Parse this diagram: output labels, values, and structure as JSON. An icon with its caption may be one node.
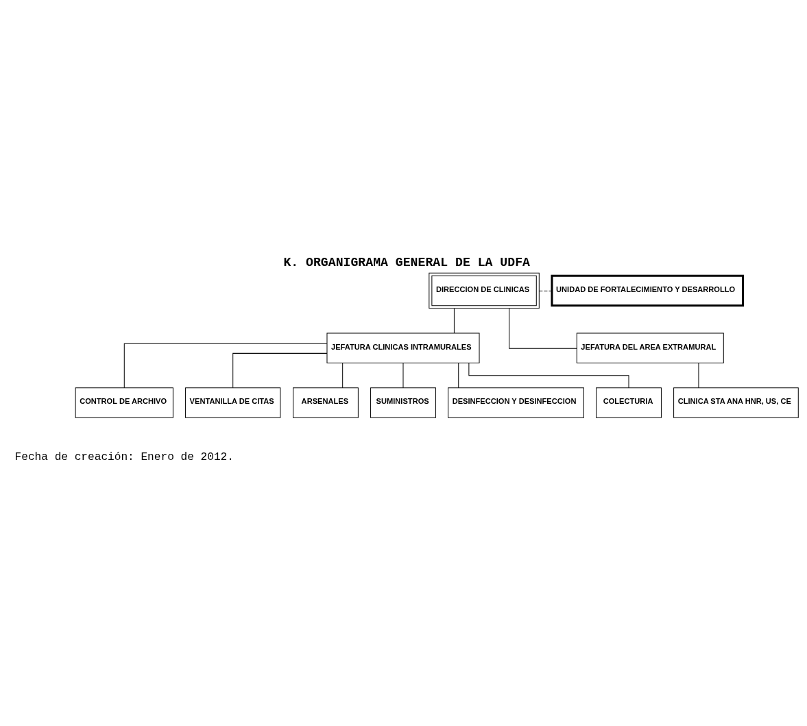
{
  "diagram": {
    "title": "K. ORGANIGRAMA GENERAL DE LA UDFA",
    "nodes": [
      {
        "text": [
          "DIRECCION DE CLINICAS"
        ]
      },
      {
        "text": [
          "UNIDAD DE FORTALECIMIENTO Y DESARROLLO"
        ]
      },
      {
        "text": [
          "JEFATURA CLINICAS INTRAMURALES"
        ]
      },
      {
        "text": [
          "JEFATURA DEL AREA EXTRAMURAL"
        ]
      },
      {
        "text": [
          "CONTROL DE ARCHIVO"
        ]
      },
      {
        "text": [
          "VENTANILLA DE CITAS"
        ]
      },
      {
        "text": [
          "ARSENALES"
        ]
      },
      {
        "text": [
          "SUMINISTROS"
        ]
      },
      {
        "text": [
          "DESINFECCION Y DESINFECCION"
        ]
      },
      {
        "text": [
          "COLECTURIA"
        ]
      },
      {
        "text": [
          "CLINICA STA ANA HNR, US, CE"
        ]
      }
    ],
    "edges": [
      {
        "from": 0,
        "to": 1,
        "arrow": "none",
        "style": "dashed"
      },
      {
        "from": 0,
        "to": 2,
        "arrow": "none"
      },
      {
        "from": 0,
        "to": 3,
        "arrow": "none"
      },
      {
        "from": 2,
        "to": 4,
        "arrow": "none"
      },
      {
        "from": 2,
        "to": 5,
        "arrow": "none"
      },
      {
        "from": 2,
        "to": 6,
        "arrow": "none"
      },
      {
        "from": 2,
        "to": 7,
        "arrow": "none"
      },
      {
        "from": 2,
        "to": 8,
        "arrow": "none"
      },
      {
        "from": 2,
        "to": 9,
        "arrow": "none"
      },
      {
        "from": 3,
        "to": 10,
        "arrow": "none"
      }
    ],
    "labels": [
      "Fecha de creación: Enero de 2012."
    ]
  }
}
